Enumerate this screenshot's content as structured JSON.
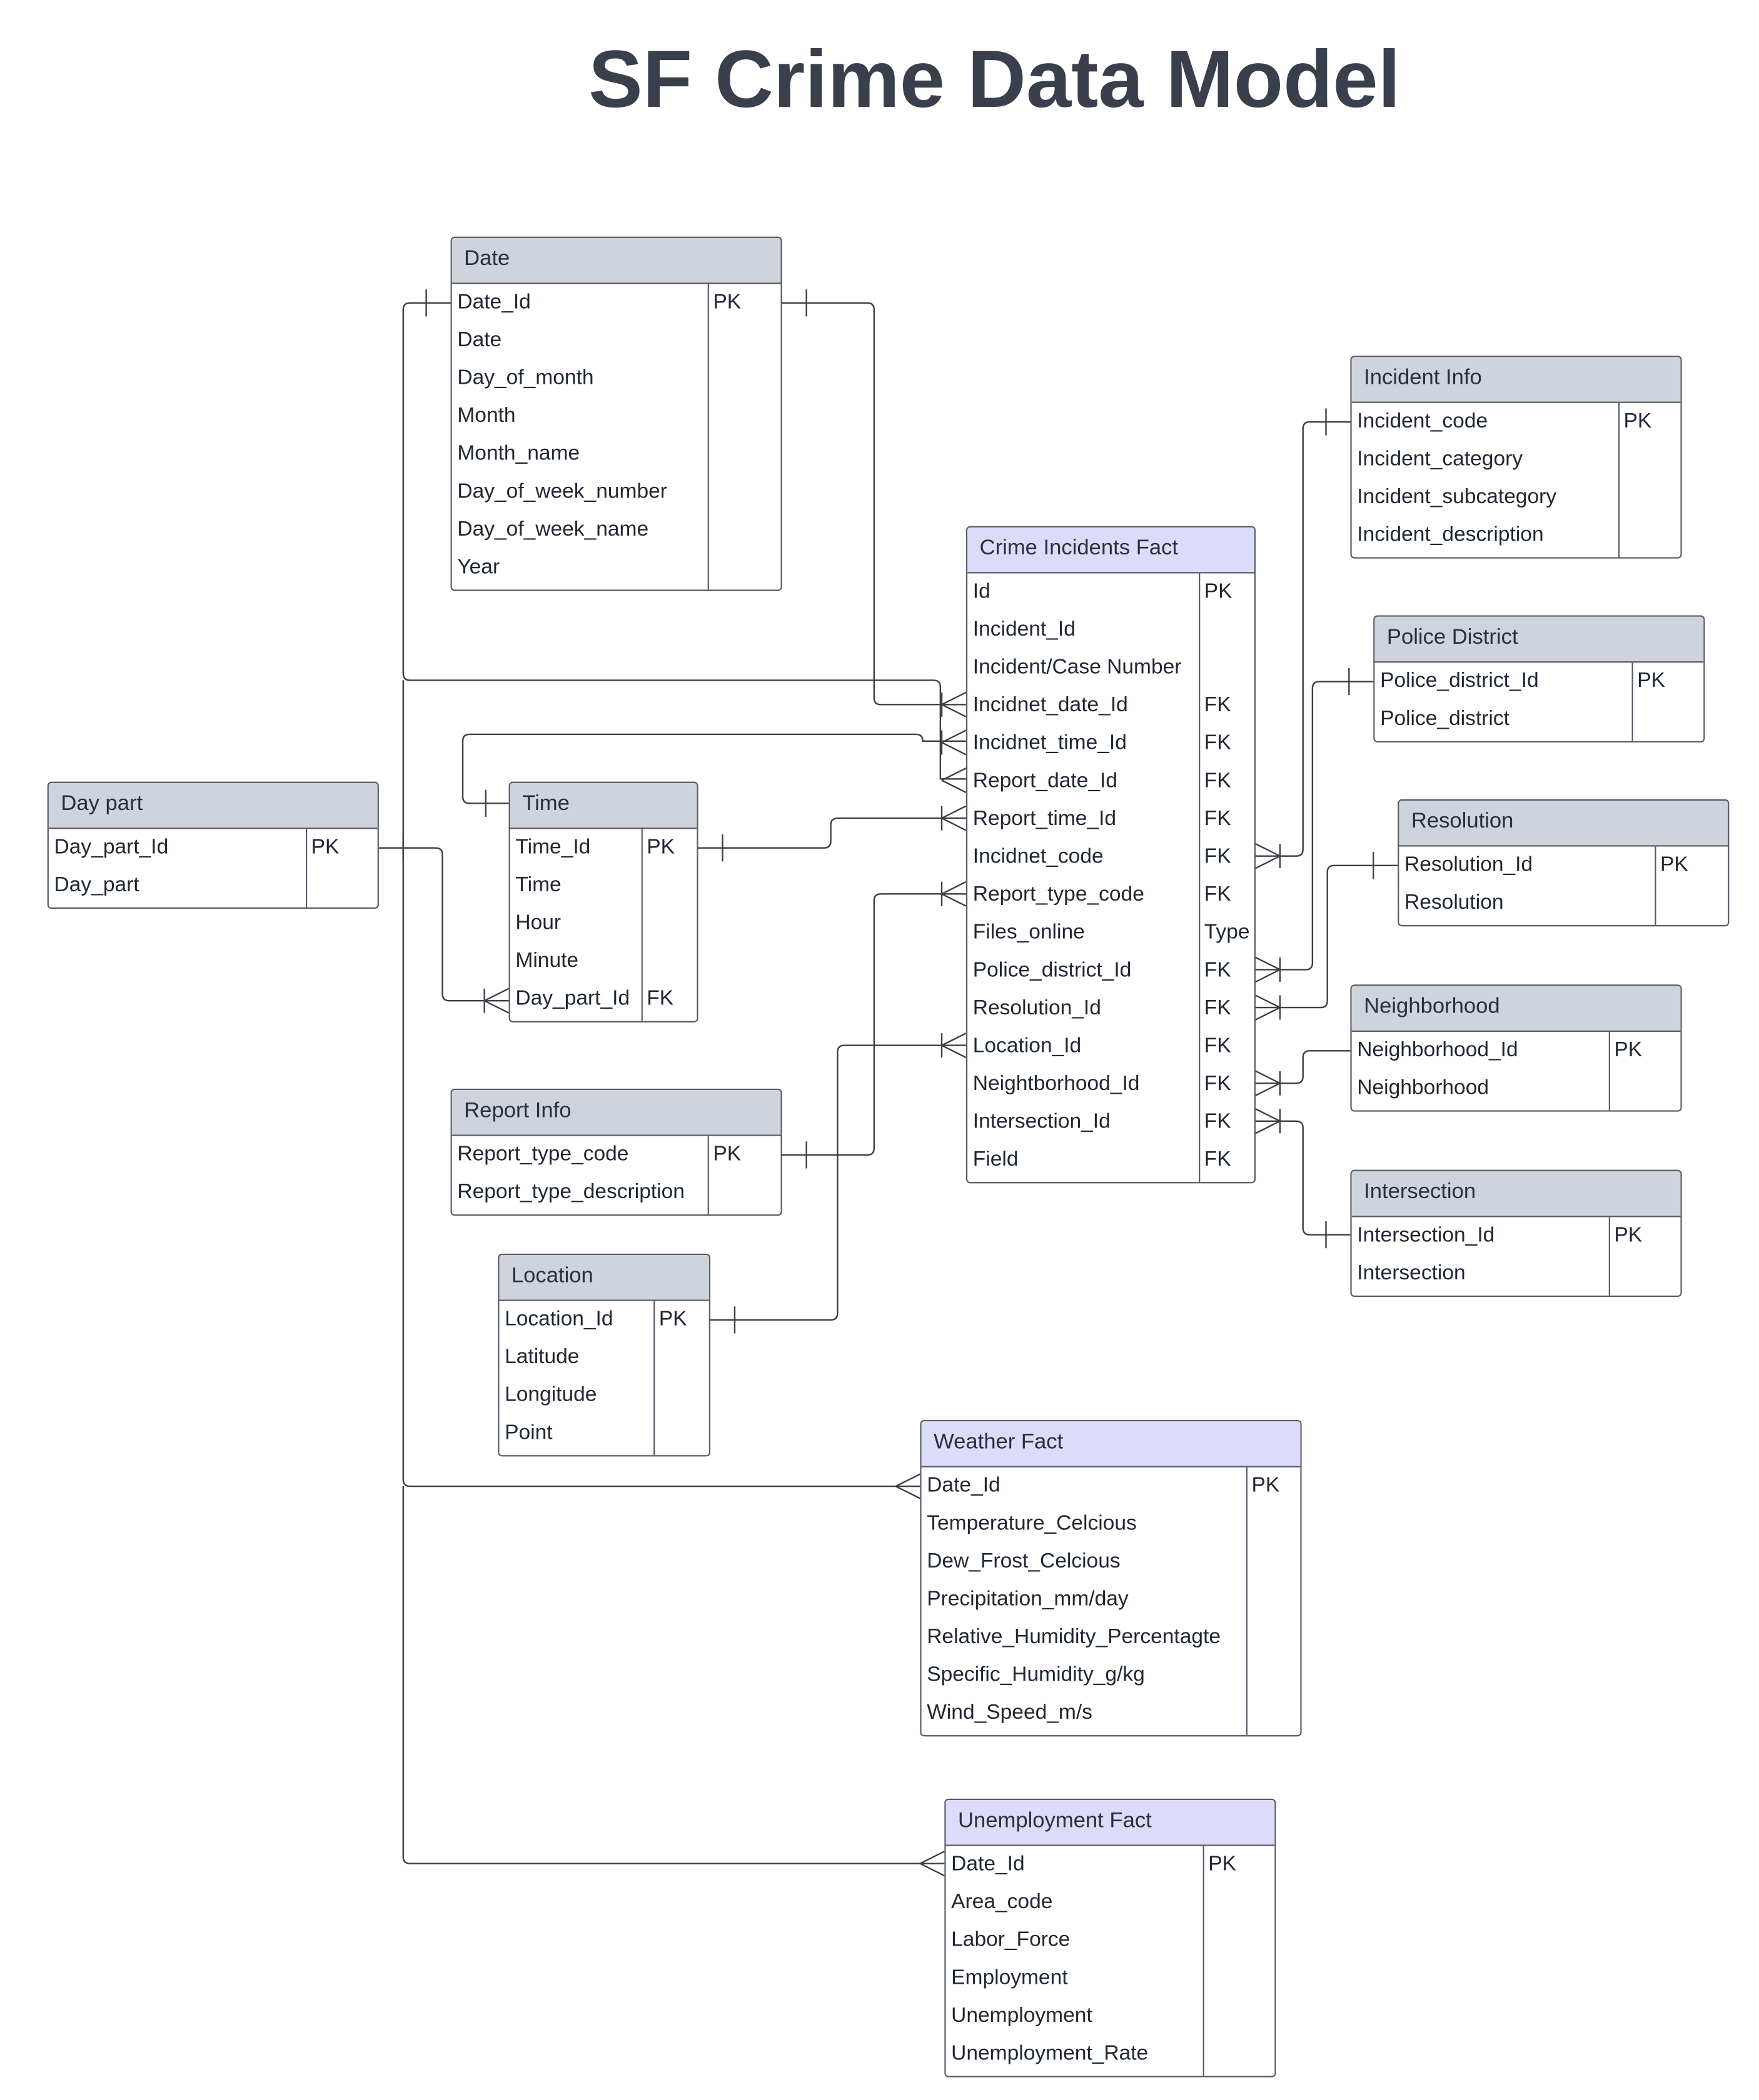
{
  "title": "SF Crime Data Model",
  "entities": [
    {
      "id": "date",
      "name": "Date",
      "kind": "dim",
      "fields": [
        [
          "Date_Id",
          "PK"
        ],
        [
          "Date",
          ""
        ],
        [
          "Day_of_month",
          ""
        ],
        [
          "Month",
          ""
        ],
        [
          "Month_name",
          ""
        ],
        [
          "Day_of_week_number",
          ""
        ],
        [
          "Day_of_week_name",
          ""
        ],
        [
          "Year",
          ""
        ]
      ]
    },
    {
      "id": "incident_info",
      "name": "Incident Info",
      "kind": "dim",
      "fields": [
        [
          "Incident_code",
          "PK"
        ],
        [
          "Incident_category",
          ""
        ],
        [
          "Incident_subcategory",
          ""
        ],
        [
          "Incident_description",
          ""
        ]
      ]
    },
    {
      "id": "crime_fact",
      "name": "Crime Incidents Fact",
      "kind": "fact",
      "fields": [
        [
          "Id",
          "PK"
        ],
        [
          "Incident_Id",
          ""
        ],
        [
          "Incident/Case Number",
          ""
        ],
        [
          "Incidnet_date_Id",
          "FK"
        ],
        [
          "Incidnet_time_Id",
          "FK"
        ],
        [
          "Report_date_Id",
          "FK"
        ],
        [
          "Report_time_Id",
          "FK"
        ],
        [
          "Incidnet_code",
          "FK"
        ],
        [
          "Report_type_code",
          "FK"
        ],
        [
          "Files_online",
          "Type"
        ],
        [
          "Police_district_Id",
          "FK"
        ],
        [
          "Resolution_Id",
          "FK"
        ],
        [
          "Location_Id",
          "FK"
        ],
        [
          "Neightborhood_Id",
          "FK"
        ],
        [
          "Intersection_Id",
          "FK"
        ],
        [
          "Field",
          "FK"
        ]
      ]
    },
    {
      "id": "police_district",
      "name": "Police District",
      "kind": "dim",
      "fields": [
        [
          "Police_district_Id",
          "PK"
        ],
        [
          "Police_district",
          ""
        ]
      ]
    },
    {
      "id": "resolution",
      "name": "Resolution",
      "kind": "dim",
      "fields": [
        [
          "Resolution_Id",
          "PK"
        ],
        [
          "Resolution",
          ""
        ]
      ]
    },
    {
      "id": "day_part",
      "name": "Day part",
      "kind": "dim",
      "fields": [
        [
          "Day_part_Id",
          "PK"
        ],
        [
          "Day_part",
          ""
        ]
      ]
    },
    {
      "id": "time",
      "name": "Time",
      "kind": "dim",
      "fields": [
        [
          "Time_Id",
          "PK"
        ],
        [
          "Time",
          ""
        ],
        [
          "Hour",
          ""
        ],
        [
          "Minute",
          ""
        ],
        [
          "Day_part_Id",
          "FK"
        ]
      ]
    },
    {
      "id": "neighborhood",
      "name": "Neighborhood",
      "kind": "dim",
      "fields": [
        [
          "Neighborhood_Id",
          "PK"
        ],
        [
          "Neighborhood",
          ""
        ]
      ]
    },
    {
      "id": "report_info",
      "name": "Report Info",
      "kind": "dim",
      "fields": [
        [
          "Report_type_code",
          "PK"
        ],
        [
          "Report_type_description",
          ""
        ]
      ]
    },
    {
      "id": "intersection",
      "name": "Intersection",
      "kind": "dim",
      "fields": [
        [
          "Intersection_Id",
          "PK"
        ],
        [
          "Intersection",
          ""
        ]
      ]
    },
    {
      "id": "location",
      "name": "Location",
      "kind": "dim",
      "fields": [
        [
          "Location_Id",
          "PK"
        ],
        [
          "Latitude",
          ""
        ],
        [
          "Longitude",
          ""
        ],
        [
          "Point",
          ""
        ]
      ]
    },
    {
      "id": "weather_fact",
      "name": "Weather Fact",
      "kind": "fact",
      "fields": [
        [
          "Date_Id",
          "PK"
        ],
        [
          "Temperature_Celcious",
          ""
        ],
        [
          "Dew_Frost_Celcious",
          ""
        ],
        [
          "Precipitation_mm/day",
          ""
        ],
        [
          "Relative_Humidity_Percentagte",
          ""
        ],
        [
          "Specific_Humidity_g/kg",
          ""
        ],
        [
          "Wind_Speed_m/s",
          ""
        ]
      ]
    },
    {
      "id": "unemployment_fact",
      "name": "Unemployment Fact",
      "kind": "fact",
      "fields": [
        [
          "Date_Id",
          "PK"
        ],
        [
          "Area_code",
          ""
        ],
        [
          "Labor_Force",
          ""
        ],
        [
          "Employment",
          ""
        ],
        [
          "Unemployment",
          ""
        ],
        [
          "Unemployment_Rate",
          ""
        ]
      ]
    }
  ]
}
